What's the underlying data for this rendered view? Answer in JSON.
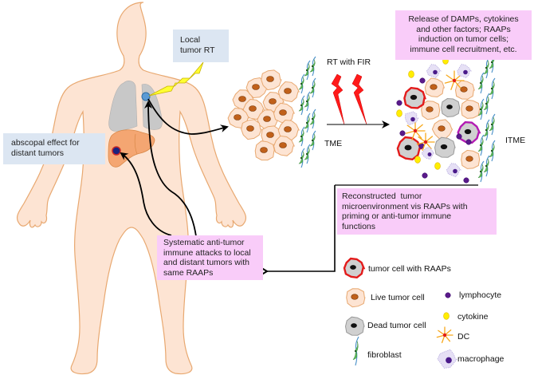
{
  "title": "Radiotherapy-induced anti-tumor immunity and abscopal effect",
  "callouts": {
    "local_rt": "Local tumor RT",
    "local_rt_lines": [
      "Local",
      "tumor RT"
    ],
    "abscopal": [
      "abscopal effect for",
      "distant tumors"
    ],
    "release": [
      "Release of DAMPs, cytokines",
      "and other factors; RAAPs",
      "induction on tumor cells;",
      "immune cell recruitment, etc."
    ],
    "reconstructed": [
      "Reconstructed  tumor",
      "microenvironment vis RAAPs with",
      "priming or anti-tumor immune",
      "functions"
    ],
    "systematic": [
      "Systematic anti-tumor",
      "immune attacks to local",
      "and distant tumors with",
      "same RAAPs"
    ]
  },
  "labels": {
    "rt_fir": "RT with FIR",
    "tme": "TME",
    "itme": "ITME"
  },
  "legend": {
    "items": [
      {
        "icon": "tumor-cell-with-raaps-icon",
        "label": "tumor cell with RAAPs"
      },
      {
        "icon": "live-tumor-cell-icon",
        "label": "Live tumor cell"
      },
      {
        "icon": "dead-tumor-cell-icon",
        "label": "Dead tumor cell"
      },
      {
        "icon": "fibroblast-icon",
        "label": "fibroblast"
      },
      {
        "icon": "lymphocyte-icon",
        "label": "lymphocyte"
      },
      {
        "icon": "cytokine-icon",
        "label": "cytokine"
      },
      {
        "icon": "dc-icon",
        "label": "DC"
      },
      {
        "icon": "macrophage-icon",
        "label": "macrophage"
      }
    ]
  },
  "colors": {
    "skin": "#fde4d3",
    "skin_outline": "#e8a870",
    "lung": "#c8c8c8",
    "liver": "#f4a672",
    "bolt_yellow": "#ffff33",
    "bolt_red": "#ff1a1a",
    "callout_blue": "#dce6f2",
    "callout_pink": "#f9ccf9",
    "raaps_ring": "#e31b1b",
    "dead_cell": "#d0d0d0",
    "nucleus_live": "#c0601a",
    "fibroblast_green": "#5cb85c",
    "fibroblast_blue": "#4a90c8",
    "lymphocyte": "#5a1a8a",
    "cytokine": "#ffee00",
    "dc": "#f7a81b",
    "macrophage": "#e6e0f5"
  }
}
